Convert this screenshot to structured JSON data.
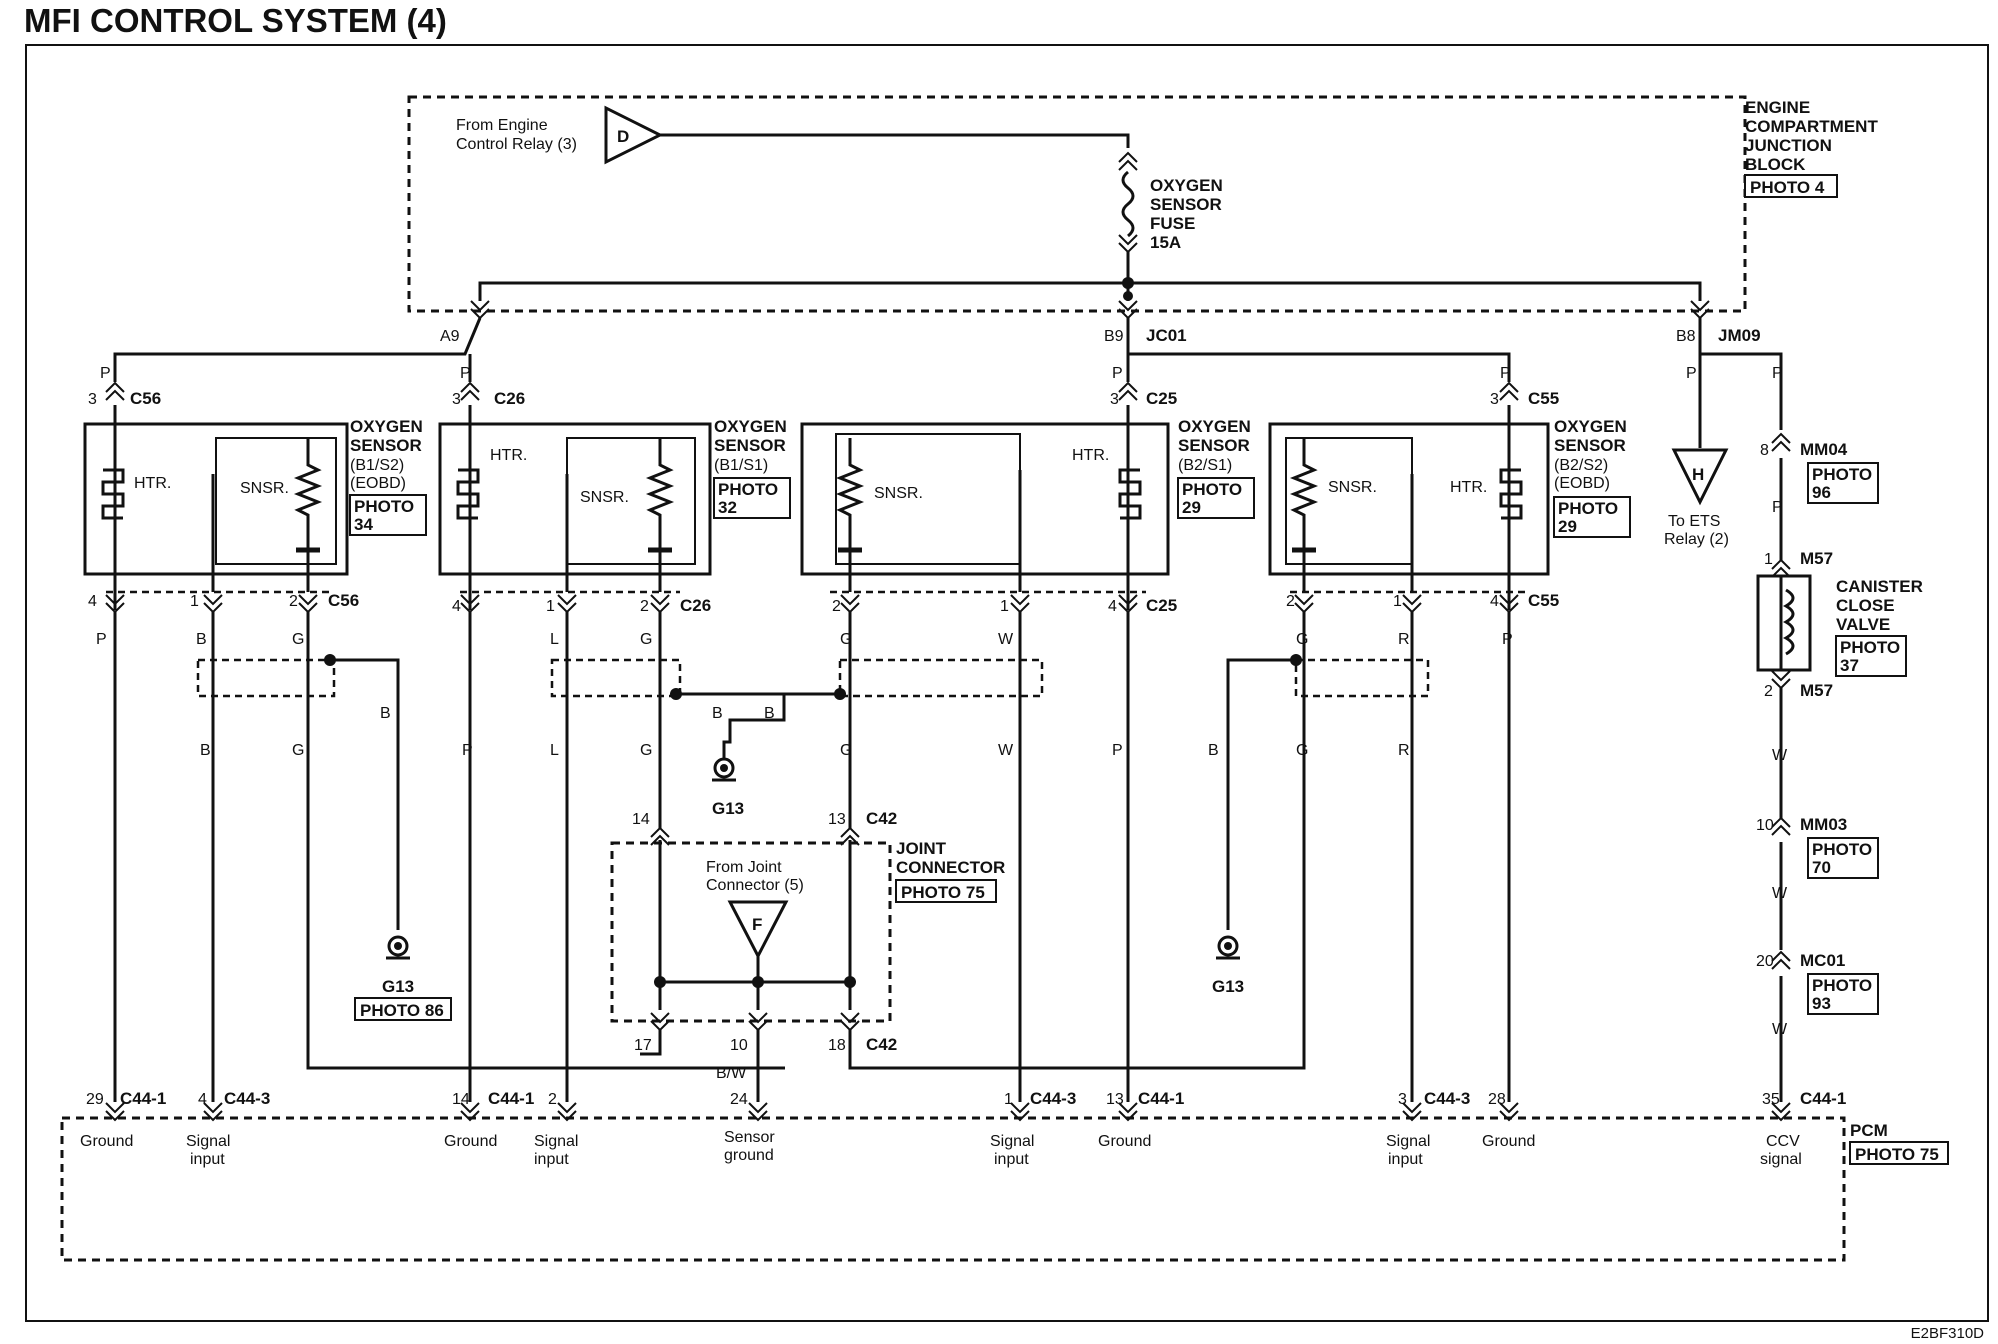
{
  "title": "MFI CONTROL SYSTEM (4)",
  "diagram_code": "E2BF310D",
  "engine_junction_block": {
    "label_lines": [
      "ENGINE",
      "COMPARTMENT",
      "JUNCTION",
      "BLOCK"
    ],
    "photo": "PHOTO 4",
    "from_relay_lines": [
      "From Engine",
      "Control Relay (3)"
    ],
    "connector_letter_d": "D",
    "fuse_lines": [
      "OXYGEN",
      "SENSOR",
      "FUSE",
      "15A"
    ],
    "terminals": {
      "a9": "A9",
      "b9": "B9",
      "jc01": "JC01",
      "b8": "B8",
      "jm09": "JM09"
    }
  },
  "sensors": [
    {
      "title_lines": [
        "OXYGEN",
        "SENSOR",
        "(B1/S2)",
        "(EOBD)"
      ],
      "photo_lines": [
        "PHOTO",
        "34"
      ],
      "htr": "HTR.",
      "snsr": "SNSR.",
      "top_pin": "3",
      "top_conn": "C56",
      "pins": [
        "4",
        "1",
        "2"
      ],
      "bot_conn": "C56"
    },
    {
      "title_lines": [
        "OXYGEN",
        "SENSOR",
        "(B1/S1)"
      ],
      "photo_lines": [
        "PHOTO",
        "32"
      ],
      "htr": "HTR.",
      "snsr": "SNSR.",
      "top_pin": "3",
      "top_conn": "C26",
      "pins": [
        "4",
        "1",
        "2"
      ],
      "bot_conn": "C26"
    },
    {
      "title_lines": [
        "OXYGEN",
        "SENSOR",
        "(B2/S1)"
      ],
      "photo_lines": [
        "PHOTO",
        "29"
      ],
      "htr": "HTR.",
      "snsr": "SNSR.",
      "top_pin": "3",
      "top_conn": "C25",
      "pins": [
        "2",
        "1",
        "4"
      ],
      "bot_conn": "C25"
    },
    {
      "title_lines": [
        "OXYGEN",
        "SENSOR",
        "(B2/S2)",
        "(EOBD)"
      ],
      "photo_lines": [
        "PHOTO",
        "29"
      ],
      "htr": "HTR.",
      "snsr": "SNSR.",
      "top_pin": "3",
      "top_conn": "C55",
      "pins": [
        "2",
        "1",
        "4"
      ],
      "bot_conn": "C55"
    }
  ],
  "wire_colors": {
    "p": "P",
    "b": "B",
    "g": "G",
    "l": "L",
    "w": "W",
    "r": "R",
    "bw": "B/W"
  },
  "grounds": {
    "g13": "G13",
    "g13_photo": "PHOTO 86"
  },
  "joint_connector": {
    "label_lines": [
      "JOINT",
      "CONNECTOR"
    ],
    "photo": "PHOTO 75",
    "from_lines": [
      "From Joint",
      "Connector (5)"
    ],
    "letter_f": "F",
    "conn": "C42",
    "pins": {
      "p14": "14",
      "p13": "13",
      "p17": "17",
      "p10": "10",
      "p18": "18"
    }
  },
  "ets": {
    "letter": "H",
    "lines": [
      "To ETS",
      "Relay (2)"
    ]
  },
  "ccv_side": {
    "mm04": "MM04",
    "mm04_pin": "8",
    "mm04_photo_lines": [
      "PHOTO",
      "96"
    ],
    "m57": "M57",
    "m57_pin1": "1",
    "m57_pin2": "2",
    "valve_lines": [
      "CANISTER",
      "CLOSE",
      "VALVE"
    ],
    "valve_photo_lines": [
      "PHOTO",
      "37"
    ],
    "mm03": "MM03",
    "mm03_pin": "10",
    "mm03_photo_lines": [
      "PHOTO",
      "70"
    ],
    "mc01": "MC01",
    "mc01_pin": "20",
    "mc01_photo_lines": [
      "PHOTO",
      "93"
    ]
  },
  "pcm": {
    "label": "PCM",
    "photo": "PHOTO 75",
    "pins": [
      {
        "pin": "29",
        "conn": "C44-1",
        "func_lines": [
          "Ground"
        ]
      },
      {
        "pin": "4",
        "conn": "C44-3",
        "func_lines": [
          "Signal",
          "input"
        ]
      },
      {
        "pin": "14",
        "conn": "C44-1",
        "func_lines": [
          "Ground"
        ]
      },
      {
        "pin": "2",
        "conn": "",
        "func_lines": [
          "Signal",
          "input"
        ]
      },
      {
        "pin": "24",
        "conn": "",
        "func_lines": [
          "Sensor",
          "ground"
        ]
      },
      {
        "pin": "1",
        "conn": "C44-3",
        "func_lines": [
          "Signal",
          "input"
        ]
      },
      {
        "pin": "13",
        "conn": "C44-1",
        "func_lines": [
          "Ground"
        ]
      },
      {
        "pin": "3",
        "conn": "C44-3",
        "func_lines": [
          "Signal",
          "input"
        ]
      },
      {
        "pin": "28",
        "conn": "",
        "func_lines": [
          "Ground"
        ]
      },
      {
        "pin": "35",
        "conn": "C44-1",
        "func_lines": [
          "CCV",
          "signal"
        ]
      }
    ]
  }
}
